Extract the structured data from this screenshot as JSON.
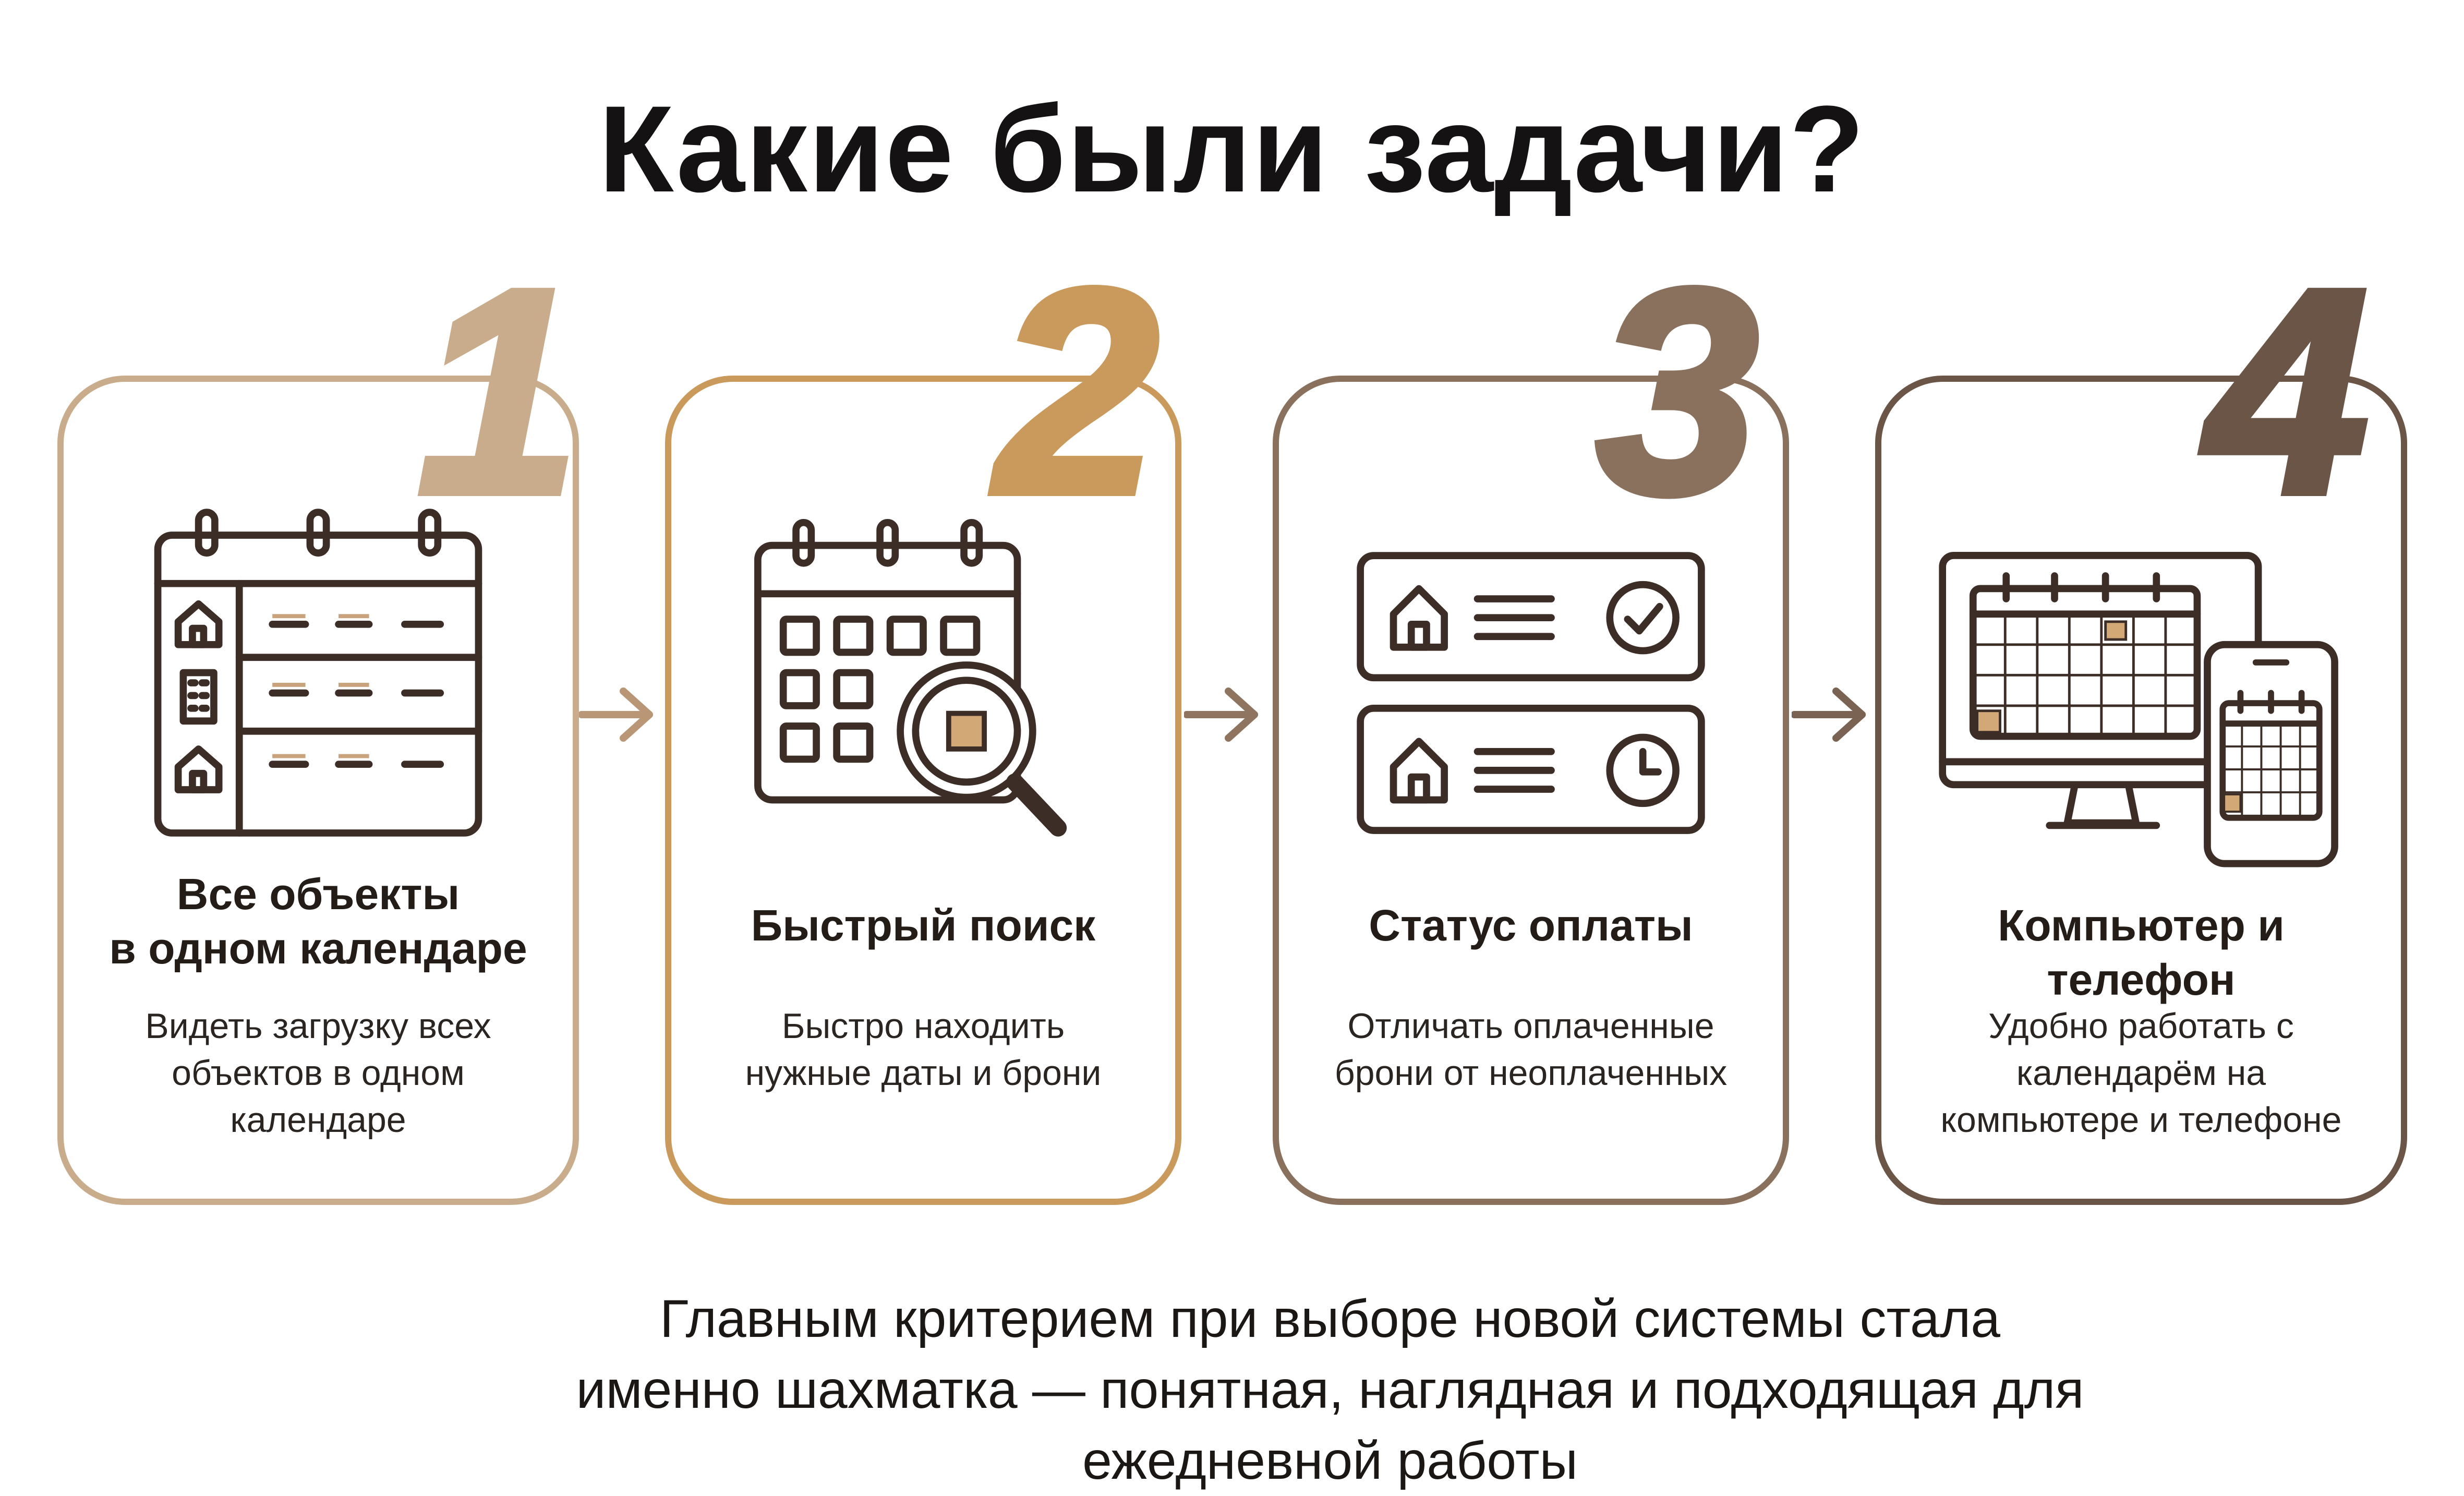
{
  "title": "Какие были задачи?",
  "colors": {
    "card1": "#c9ac8c",
    "card2": "#c99a5c",
    "card3": "#8a715e",
    "card4": "#6b5546",
    "accent_fill": "#d3a877",
    "icon_stroke": "#3c2e27"
  },
  "cards": [
    {
      "number": "1",
      "title_line1": "Все объекты",
      "title_line2": "в одном календаре",
      "desc_line1": "Видеть загрузку всех",
      "desc_line2": "объектов в одном",
      "desc_line3": "календаре",
      "icon": "calendar-with-houses-icon"
    },
    {
      "number": "2",
      "title_line1": "Быстрый поиск",
      "desc_line1": "Быстро находить",
      "desc_line2": "нужные даты и брони",
      "icon": "calendar-search-icon"
    },
    {
      "number": "3",
      "title_line1": "Статус оплаты",
      "desc_line1": "Отличать оплаченные",
      "desc_line2": "брони от неоплаченных",
      "icon": "payment-status-icon"
    },
    {
      "number": "4",
      "title_line1": "Компьютер и телефон",
      "desc_line1": "Удобно работать с",
      "desc_line2": "календарём на",
      "desc_line3": "компьютере и телефоне",
      "icon": "desktop-and-phone-icon"
    }
  ],
  "footer": {
    "line1": "Главным критерием при выборе новой системы стала",
    "line2": "именно шахматка — понятная, наглядная и подходящая для",
    "line3": "ежедневной работы"
  }
}
